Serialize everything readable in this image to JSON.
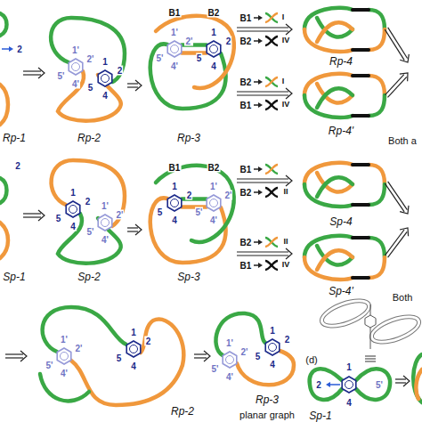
{
  "diagram": {
    "labels": [
      "2",
      "Rp-1",
      "1'",
      "2'",
      "4'",
      "5'",
      "1",
      "2",
      "4",
      "5",
      "Rp-2",
      "1'",
      "2'",
      "4'",
      "5'",
      "1",
      "2",
      "4",
      "5",
      "B1",
      "B2",
      "Rp-3",
      "B1",
      "I",
      "B2",
      "IV",
      "Rp-4",
      "B2",
      "I",
      "B1",
      "IV",
      "Rp-4'",
      "Both a",
      "2",
      "Sp-1",
      "1",
      "2",
      "4",
      "5",
      "1'",
      "2'",
      "4'",
      "5'",
      "Sp-2",
      "1",
      "2",
      "4",
      "5",
      "1'",
      "2'",
      "4'",
      "5'",
      "B1",
      "B2",
      "Sp-3",
      "B1",
      "B2",
      "II",
      "Sp-4",
      "B2",
      "II",
      "B1",
      "IV",
      "Sp-4'",
      "Both",
      "1'",
      "2'",
      "4'",
      "5'",
      "1",
      "2",
      "4",
      "5",
      "Rp-2",
      "1'",
      "2'",
      "4'",
      "5'",
      "1",
      "2",
      "4",
      "5",
      "Rp-3",
      "planar graph",
      "(d)",
      "Sp-1",
      "2",
      "1",
      "4",
      "5'"
    ]
  }
}
